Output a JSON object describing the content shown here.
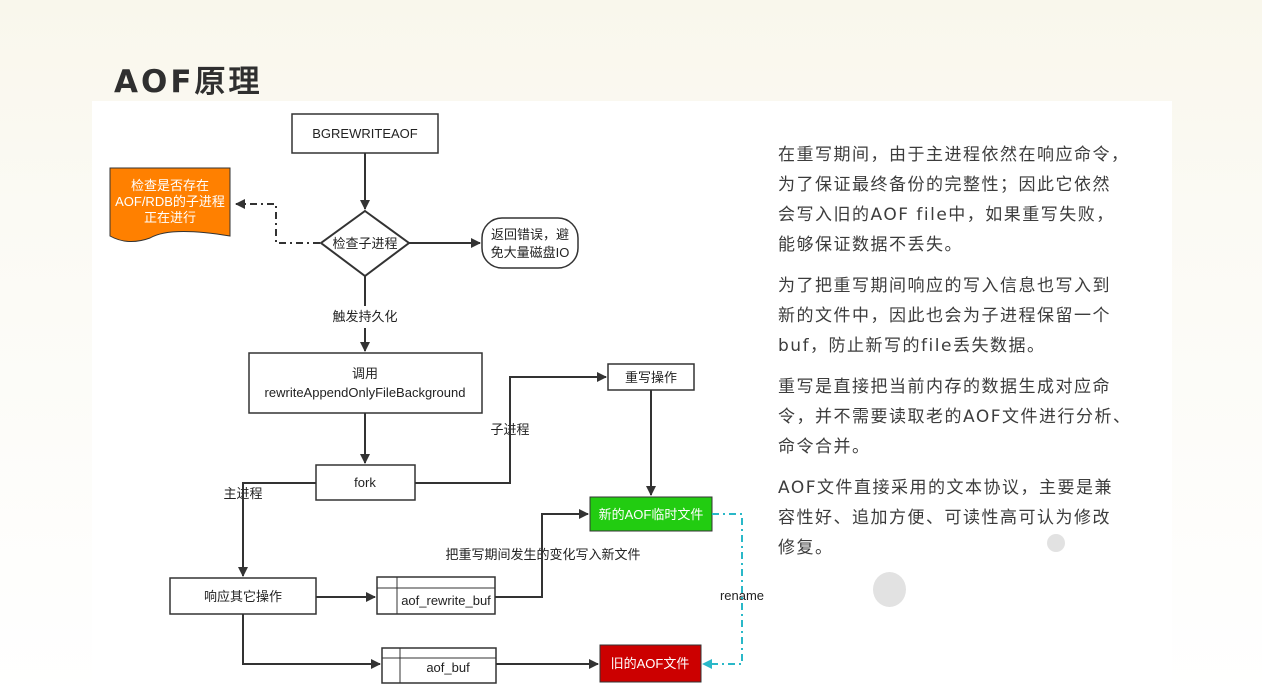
{
  "title": "AOF原理",
  "diagram": {
    "bgrewriteaof": "BGREWRITEAOF",
    "check_box": [
      "检查是否存在",
      "AOF/RDB的子进程",
      "正在进行"
    ],
    "check_child": "检查子进程",
    "return_error": [
      "返回错误，避",
      "免大量磁盘IO"
    ],
    "trigger": "触发持久化",
    "call": [
      "调用",
      "rewriteAppendOnlyFileBackground"
    ],
    "rewrite_op": "重写操作",
    "child_process": "子进程",
    "fork": "fork",
    "main_process": "主进程",
    "new_aof_temp": "新的AOF临时文件",
    "write_changes": "把重写期间发生的变化写入新文件",
    "respond_other": "响应其它操作",
    "aof_rewrite_buf": "aof_rewrite_buf",
    "rename": "rename",
    "aof_buf": "aof_buf",
    "old_aof": "旧的AOF文件"
  },
  "colors": {
    "orange": "#ff8000",
    "green": "#22cc11",
    "red": "#cc0000",
    "cyan_dash": "#2ab8c8",
    "stroke": "#333333"
  },
  "description": [
    "在重写期间，由于主进程依然在响应命令，\n为了保证最终备份的完整性；因此它依然\n会写入旧的AOF file中，如果重写失败，\n能够保证数据不丢失。",
    "为了把重写期间响应的写入信息也写入到\n新的文件中，因此也会为子进程保留一个\nbuf，防止新写的file丢失数据。",
    "重写是直接把当前内存的数据生成对应命\n令，并不需要读取老的AOF文件进行分析、\n命令合并。",
    "AOF文件直接采用的文本协议，主要是兼\n容性好、追加方便、可读性高可认为修改\n修复。"
  ]
}
